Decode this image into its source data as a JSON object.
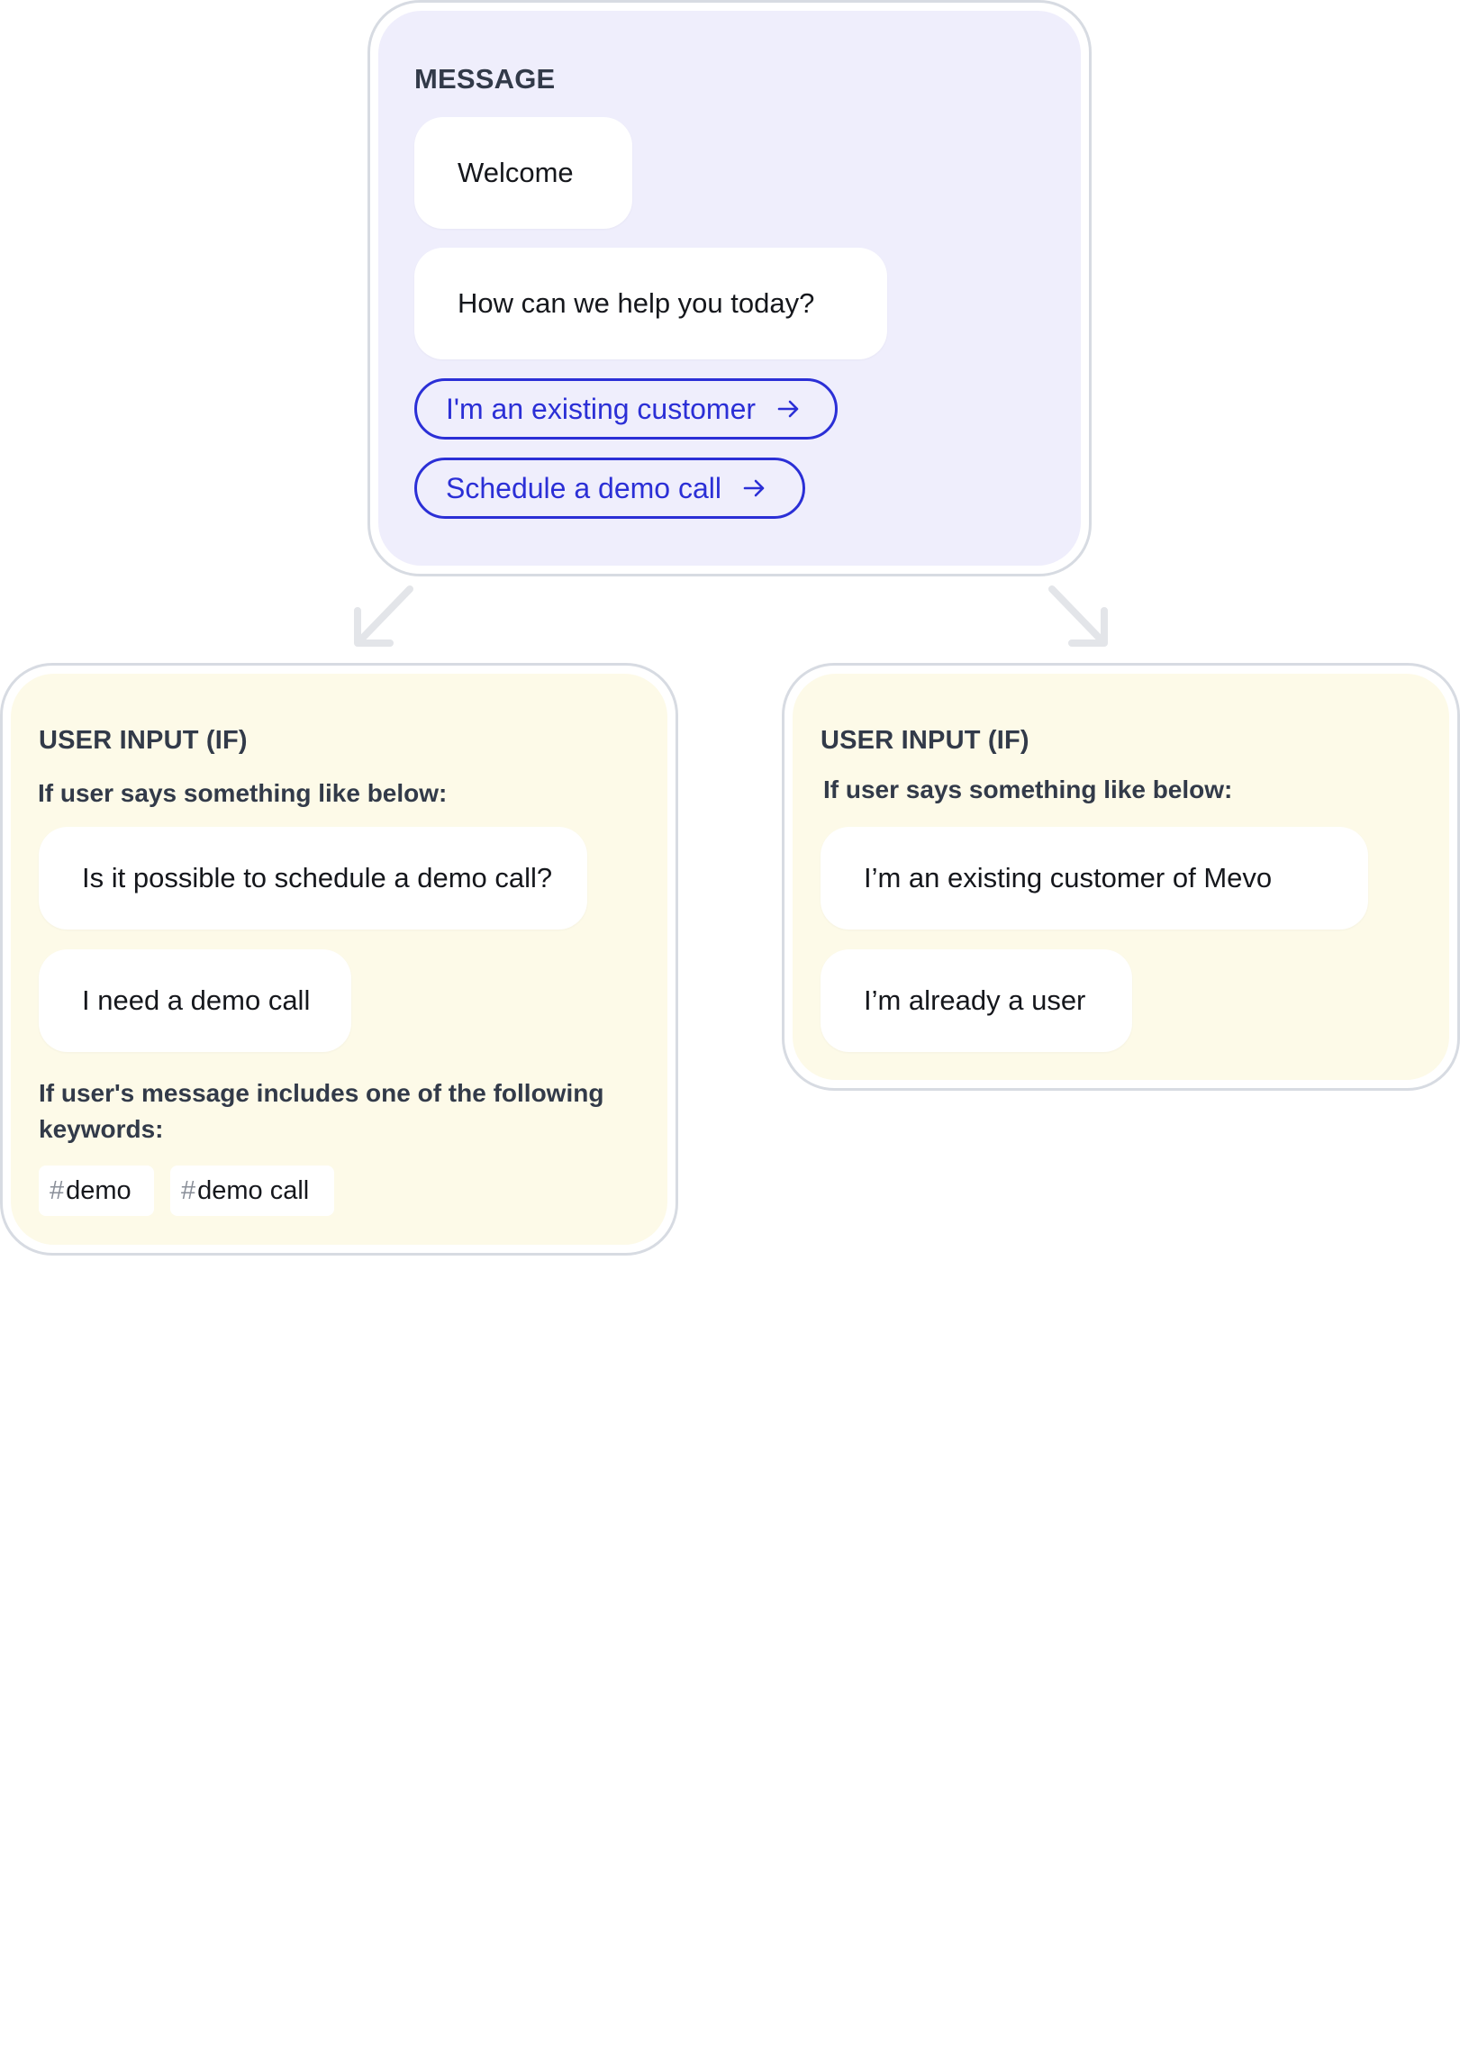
{
  "message_block": {
    "title": "MESSAGE",
    "bubbles": [
      "Welcome",
      "How can we help you today?"
    ],
    "buttons": [
      "I'm an existing customer",
      "Schedule a demo call"
    ]
  },
  "branches": [
    {
      "title": "USER INPUT (IF)",
      "condition_similar": "If user says something like below:",
      "examples": [
        "Is it possible to schedule a demo call?",
        "I need a demo call"
      ],
      "condition_keywords": "If user's message includes one of the following keywords:",
      "keywords": [
        "demo",
        "demo call"
      ],
      "keyword_prefix": "#"
    },
    {
      "title": "USER INPUT (IF)",
      "condition_similar": "If user says something like below:",
      "examples": [
        "I’m an existing customer of Mevo",
        "I’m already a user"
      ]
    }
  ],
  "colors": {
    "message_bg": "#efeefc",
    "user_input_bg": "#fdfae8",
    "button_accent": "#2b2fd6",
    "card_border": "#d7dbe2",
    "connector": "#e3e5e9"
  }
}
